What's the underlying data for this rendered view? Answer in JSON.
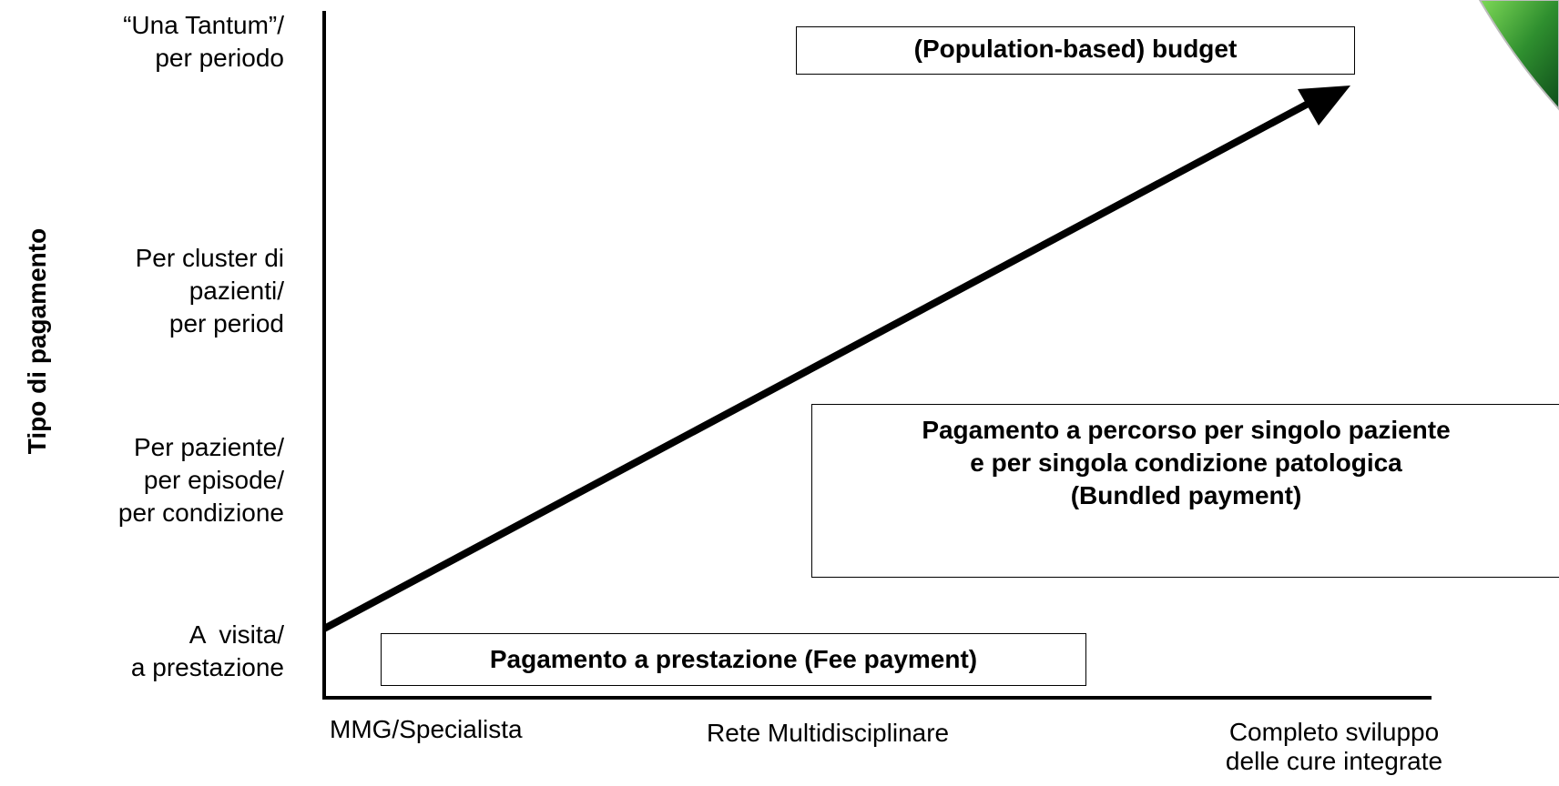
{
  "diagram": {
    "y_axis": {
      "title": "Tipo di pagamento",
      "ticks": [
        [
          "“Una Tantum”/",
          "per periodo"
        ],
        [
          "Per cluster di",
          "pazienti/",
          "per period"
        ],
        [
          "Per paziente/",
          "per episode/",
          "per condizione"
        ],
        [
          "A  visita/",
          "a prestazione"
        ]
      ]
    },
    "x_axis": {
      "ticks": [
        [
          "MMG/Specialista"
        ],
        [
          "Rete Multidisciplinare"
        ],
        [
          "Completo sviluppo",
          "delle cure integrate"
        ]
      ]
    },
    "boxes": {
      "budget": [
        "(Population-based) budget"
      ],
      "bundled": [
        "Pagamento a percorso per singolo paziente",
        "e per singola condizione patologica",
        "(Bundled payment)"
      ],
      "fee": [
        "Pagamento a prestazione (Fee payment)"
      ]
    },
    "colors": {
      "line": "#000000",
      "background": "#ffffff",
      "decoration": "#3a9a2a"
    }
  }
}
